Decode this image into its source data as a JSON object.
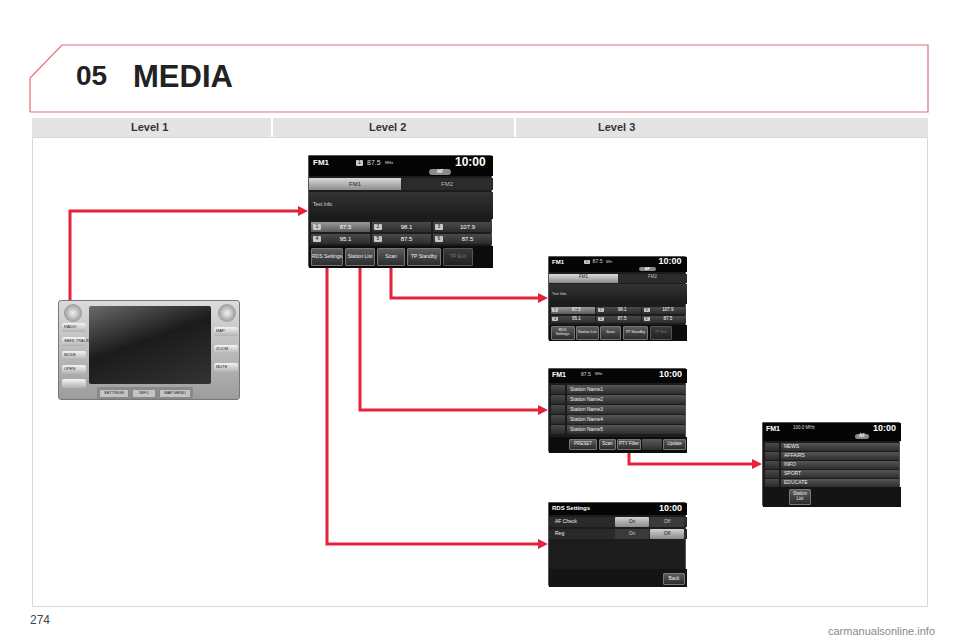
{
  "diagram": {
    "title": "MEDIA",
    "nodes": [
      {
        "text": [
          "RADIO",
          "SEEK TRACK",
          "MODE",
          "OPEN",
          "MAP",
          "ZOOM",
          "MUTE"
        ]
      },
      {
        "text": [
          "SETTINGS"
        ],
        "in": 0
      },
      {
        "text": [
          "INFO"
        ],
        "in": 0
      },
      {
        "text": [
          "MAP MENU"
        ],
        "in": 0
      },
      {
        "text": [
          "FM1",
          "1",
          "87.5",
          "MHz",
          "10:00",
          "AF",
          "FM1",
          "FM2",
          "Text Info.",
          "1",
          "87.5",
          "2",
          "98.1",
          "3",
          "107.9",
          "4",
          "95.1",
          "5",
          "87.5",
          "6",
          "87.5"
        ]
      },
      {
        "text": [
          "RDS Settings"
        ],
        "in": 4
      },
      {
        "text": [
          "Station List"
        ],
        "in": 4
      },
      {
        "text": [
          "Scan"
        ],
        "in": 4
      },
      {
        "text": [
          "TP Standby"
        ],
        "in": 4
      },
      {
        "text": [
          "TP Exit"
        ],
        "in": 4
      },
      {
        "text": [
          "FM1",
          "1",
          "87.5",
          "MHz",
          "10:00",
          "AF",
          "FM1",
          "FM2",
          "Text Info.",
          "1",
          "87.5",
          "2",
          "98.1",
          "3",
          "107.9",
          "4",
          "95.1",
          "5",
          "87.5",
          "6",
          "87.5"
        ]
      },
      {
        "text": [
          "RDS Settings"
        ],
        "in": 10
      },
      {
        "text": [
          "Station List"
        ],
        "in": 10
      },
      {
        "text": [
          "Scan"
        ],
        "in": 10
      },
      {
        "text": [
          "TP Standby"
        ],
        "in": 10
      },
      {
        "text": [
          "TP Exit"
        ],
        "in": 10
      },
      {
        "text": [
          "FM1",
          "87.5",
          "MHz",
          "10:00"
        ]
      },
      {
        "text": [
          "Station Name1"
        ],
        "in": 16
      },
      {
        "text": [
          "Station Name2"
        ],
        "in": 16
      },
      {
        "text": [
          "Station Name3"
        ],
        "in": 16
      },
      {
        "text": [
          "Station Name4"
        ],
        "in": 16
      },
      {
        "text": [
          "Station Name5"
        ],
        "in": 16
      },
      {
        "text": [
          "PRESET"
        ],
        "in": 16
      },
      {
        "text": [
          "Scan"
        ],
        "in": 16
      },
      {
        "text": [
          "PTY Filter"
        ],
        "in": 16
      },
      {
        "text": [
          "Update"
        ],
        "in": 16
      },
      {
        "text": [
          "FM1",
          "100.0 MHz",
          "AF",
          "10:00"
        ]
      },
      {
        "text": [
          "NEWS"
        ],
        "in": 26
      },
      {
        "text": [
          "AFFAIRS"
        ],
        "in": 26
      },
      {
        "text": [
          "INFO"
        ],
        "in": 26
      },
      {
        "text": [
          "SPORT"
        ],
        "in": 26
      },
      {
        "text": [
          "EDUCATE"
        ],
        "in": 26
      },
      {
        "text": [
          "Station List"
        ],
        "in": 26
      },
      {
        "text": [
          "RDS Settings",
          "10:00",
          "AF Check",
          "Reg"
        ]
      },
      {
        "text": [
          "On"
        ],
        "in": 33
      },
      {
        "text": [
          "Off"
        ],
        "in": 33
      },
      {
        "text": [
          "On"
        ],
        "in": 33
      },
      {
        "text": [
          "Off"
        ],
        "in": 33
      },
      {
        "text": [
          "Back"
        ],
        "in": 33
      }
    ],
    "edges": [
      {
        "from": 0,
        "to": 4,
        "arrow": "to"
      },
      {
        "from": 7,
        "to": 10,
        "arrow": "to"
      },
      {
        "from": 6,
        "to": 16,
        "arrow": "to"
      },
      {
        "from": 5,
        "to": 33,
        "arrow": "to"
      },
      {
        "from": 24,
        "to": 26,
        "arrow": "to"
      }
    ],
    "labels": [
      "05",
      "Level 1",
      "Level 2",
      "Level 3",
      "274",
      "carmanualsonline.info"
    ]
  }
}
